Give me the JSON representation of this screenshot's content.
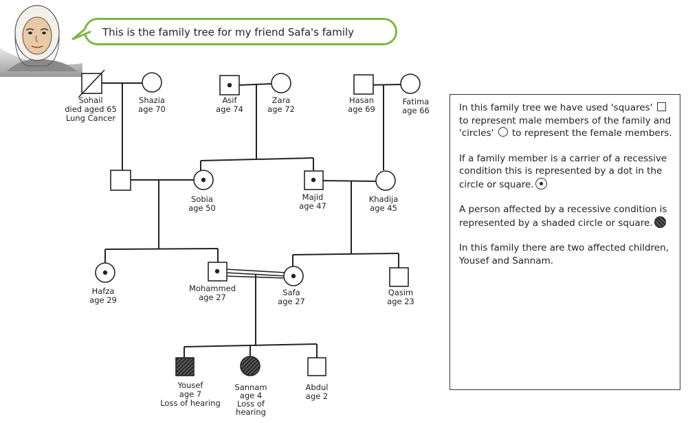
{
  "speech_bubble": {
    "text": "This is the family tree for my friend Safa's family"
  },
  "people": {
    "sohail": {
      "name": "Sohail",
      "line2": "died aged 65",
      "line3": "Lung Cancer"
    },
    "shazia": {
      "name": "Shazia",
      "line2": "age 70"
    },
    "asif": {
      "name": "Asif",
      "line2": "age 74"
    },
    "zara": {
      "name": "Zara",
      "line2": "age 72"
    },
    "hasan": {
      "name": "Hasan",
      "line2": "age 69"
    },
    "fatima": {
      "name": "Fatima",
      "line2": "age 66"
    },
    "sobia": {
      "name": "Sobia",
      "line2": "age 50"
    },
    "majid": {
      "name": "Majid",
      "line2": "age 47"
    },
    "khadija": {
      "name": "Khadija",
      "line2": "age 45"
    },
    "hafza": {
      "name": "Hafza",
      "line2": "age 29"
    },
    "mohammed": {
      "name": "Mohammed",
      "line2": "age 27"
    },
    "safa": {
      "name": "Safa",
      "line2": "age 27"
    },
    "qasim": {
      "name": "Qasim",
      "line2": "age 23"
    },
    "yousef": {
      "name": "Yousef",
      "line2": "age 7",
      "line3": "Loss of hearing"
    },
    "sannam": {
      "name": "Sannam",
      "line2": "age 4",
      "line3": "Loss of",
      "line4": "hearing"
    },
    "abdul": {
      "name": "Abdul",
      "line2": "age 2"
    }
  },
  "legend": {
    "p1_a": "In this family tree we have used 'squares'",
    "p1_b": "to represent male members of the family and 'circles'",
    "p1_c": "to represent the female members.",
    "p2": "If a family member is a carrier of a recessive condition this is represented by a dot in the circle or square.",
    "p3": "A person affected by a recessive condition is represented by a shaded circle or square.",
    "p4": "In this family there are two affected children, Yousef and Sannam."
  },
  "colors": {
    "bubble_border": "#7bb642",
    "line": "#222222"
  }
}
